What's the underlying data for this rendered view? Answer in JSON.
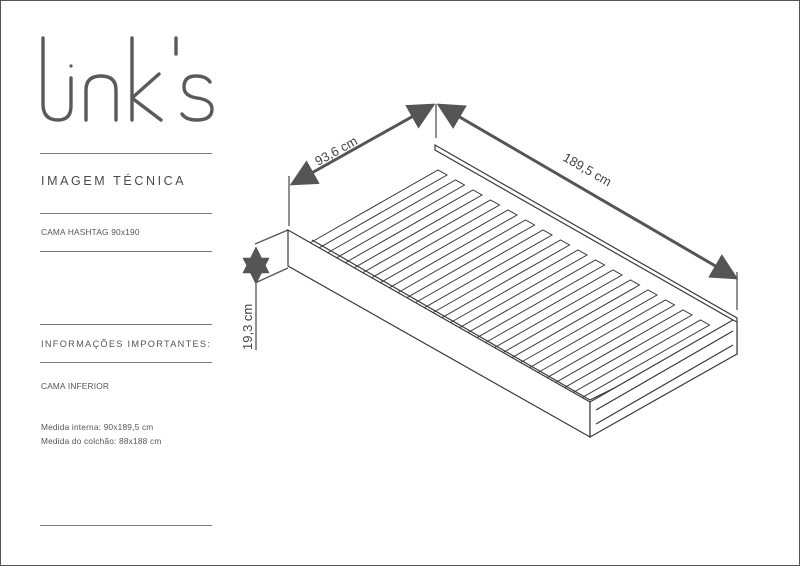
{
  "brand": {
    "logo_text": "link's"
  },
  "sheet": {
    "title": "IMAGEM TÉCNICA",
    "product": "CAMA HASHTAG 90x190",
    "info_heading": "INFORMAÇÕES IMPORTANTES:",
    "item": "CAMA INFERIOR",
    "internal_measure": "Medida interna: 90x189,5 cm",
    "mattress_measure": "Medida do colchão: 88x188 cm"
  },
  "dimensions": {
    "width": "93,6 cm",
    "length": "189,5 cm",
    "height": "19,3 cm"
  }
}
